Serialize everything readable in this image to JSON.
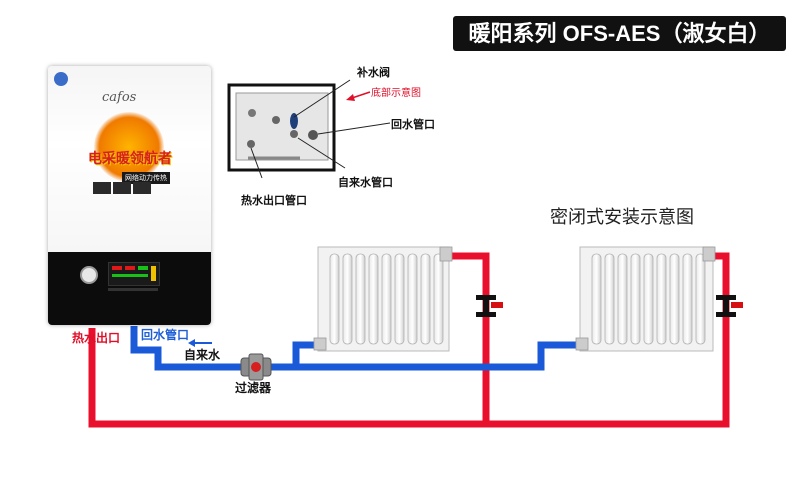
{
  "header": {
    "title": "暖阳系列 OFS-AES（淑女白）"
  },
  "diagram": {
    "label": "密闭式安装示意图"
  },
  "boiler": {
    "brand": "cafos",
    "slogan": "电采暖领航者",
    "slogan_sub": "网络动力传热"
  },
  "inset": {
    "bottom_view_label": "底部示意图",
    "refill_valve": "补水阀",
    "return_pipe": "回水管口",
    "tap_water_pipe": "自来水管口",
    "hot_outlet_pipe": "热水出口管口"
  },
  "pipes": {
    "hot_outlet": "热水出口",
    "return_inlet": "回水管口",
    "tap_water": "自来水",
    "filter": "过滤器"
  },
  "colors": {
    "hot": "#e8102c",
    "cold": "#1a5ad8",
    "title_bg": "#111111"
  }
}
